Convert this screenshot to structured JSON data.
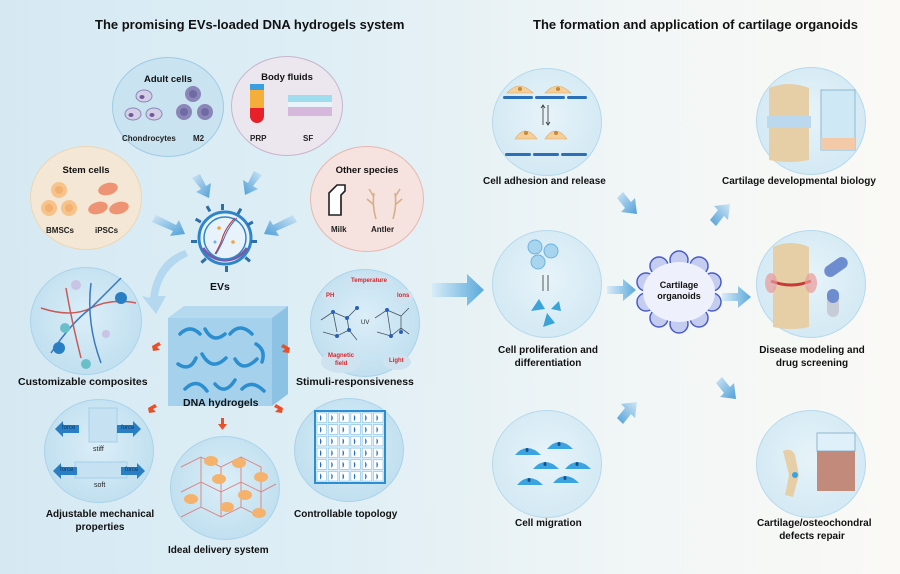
{
  "left_panel": {
    "title": "The promising EVs-loaded DNA hydrogels system",
    "sources": {
      "adult_cells": {
        "title": "Adult cells",
        "items": [
          "Chondrocytes",
          "M2"
        ]
      },
      "body_fluids": {
        "title": "Body fluids",
        "items": [
          "PRP",
          "SF"
        ]
      },
      "stem_cells": {
        "title": "Stem cells",
        "items": [
          "BMSCs",
          "iPSCs"
        ]
      },
      "other_species": {
        "title": "Other species",
        "items": [
          "Milk",
          "Antler"
        ]
      }
    },
    "evs_label": "EVs",
    "hydrogel_label": "DNA hydrogels",
    "properties": {
      "customizable": "Customizable composites",
      "stimuli": "Stimuli-responsiveness",
      "stimuli_tags": [
        "Temperature",
        "PH",
        "Ions",
        "UV",
        "Magnetic",
        "field",
        "Light"
      ],
      "mechanical_line1": "Adjustable mechanical",
      "mechanical_line2": "properties",
      "mechanical_tags": [
        "force",
        "force",
        "stiff",
        "force",
        "force",
        "soft"
      ],
      "delivery": "Ideal delivery system",
      "topology": "Controllable topology"
    }
  },
  "right_panel": {
    "title": "The formation and application of cartilage organoids",
    "formation": {
      "adhesion": "Cell adhesion and release",
      "proliferation_line1": "Cell proliferation and",
      "proliferation_line2": "differentiation",
      "migration": "Cell migration"
    },
    "center_line1": "Cartilage",
    "center_line2": "organoids",
    "applications": {
      "developmental": "Cartilage developmental biology",
      "disease_line1": "Disease modeling and",
      "disease_line2": "drug screening",
      "repair_line1": "Cartilage/osteochondral",
      "repair_line2": "defects repair"
    }
  },
  "colors": {
    "arrow_blue": "#5aa9dc",
    "arrow_red": "#e8502a",
    "stimuli_red": "#d8262a",
    "cell_blue": "#3aa3e0",
    "cell_orange": "#f4b26c",
    "cell_purple": "#8a86b8"
  }
}
